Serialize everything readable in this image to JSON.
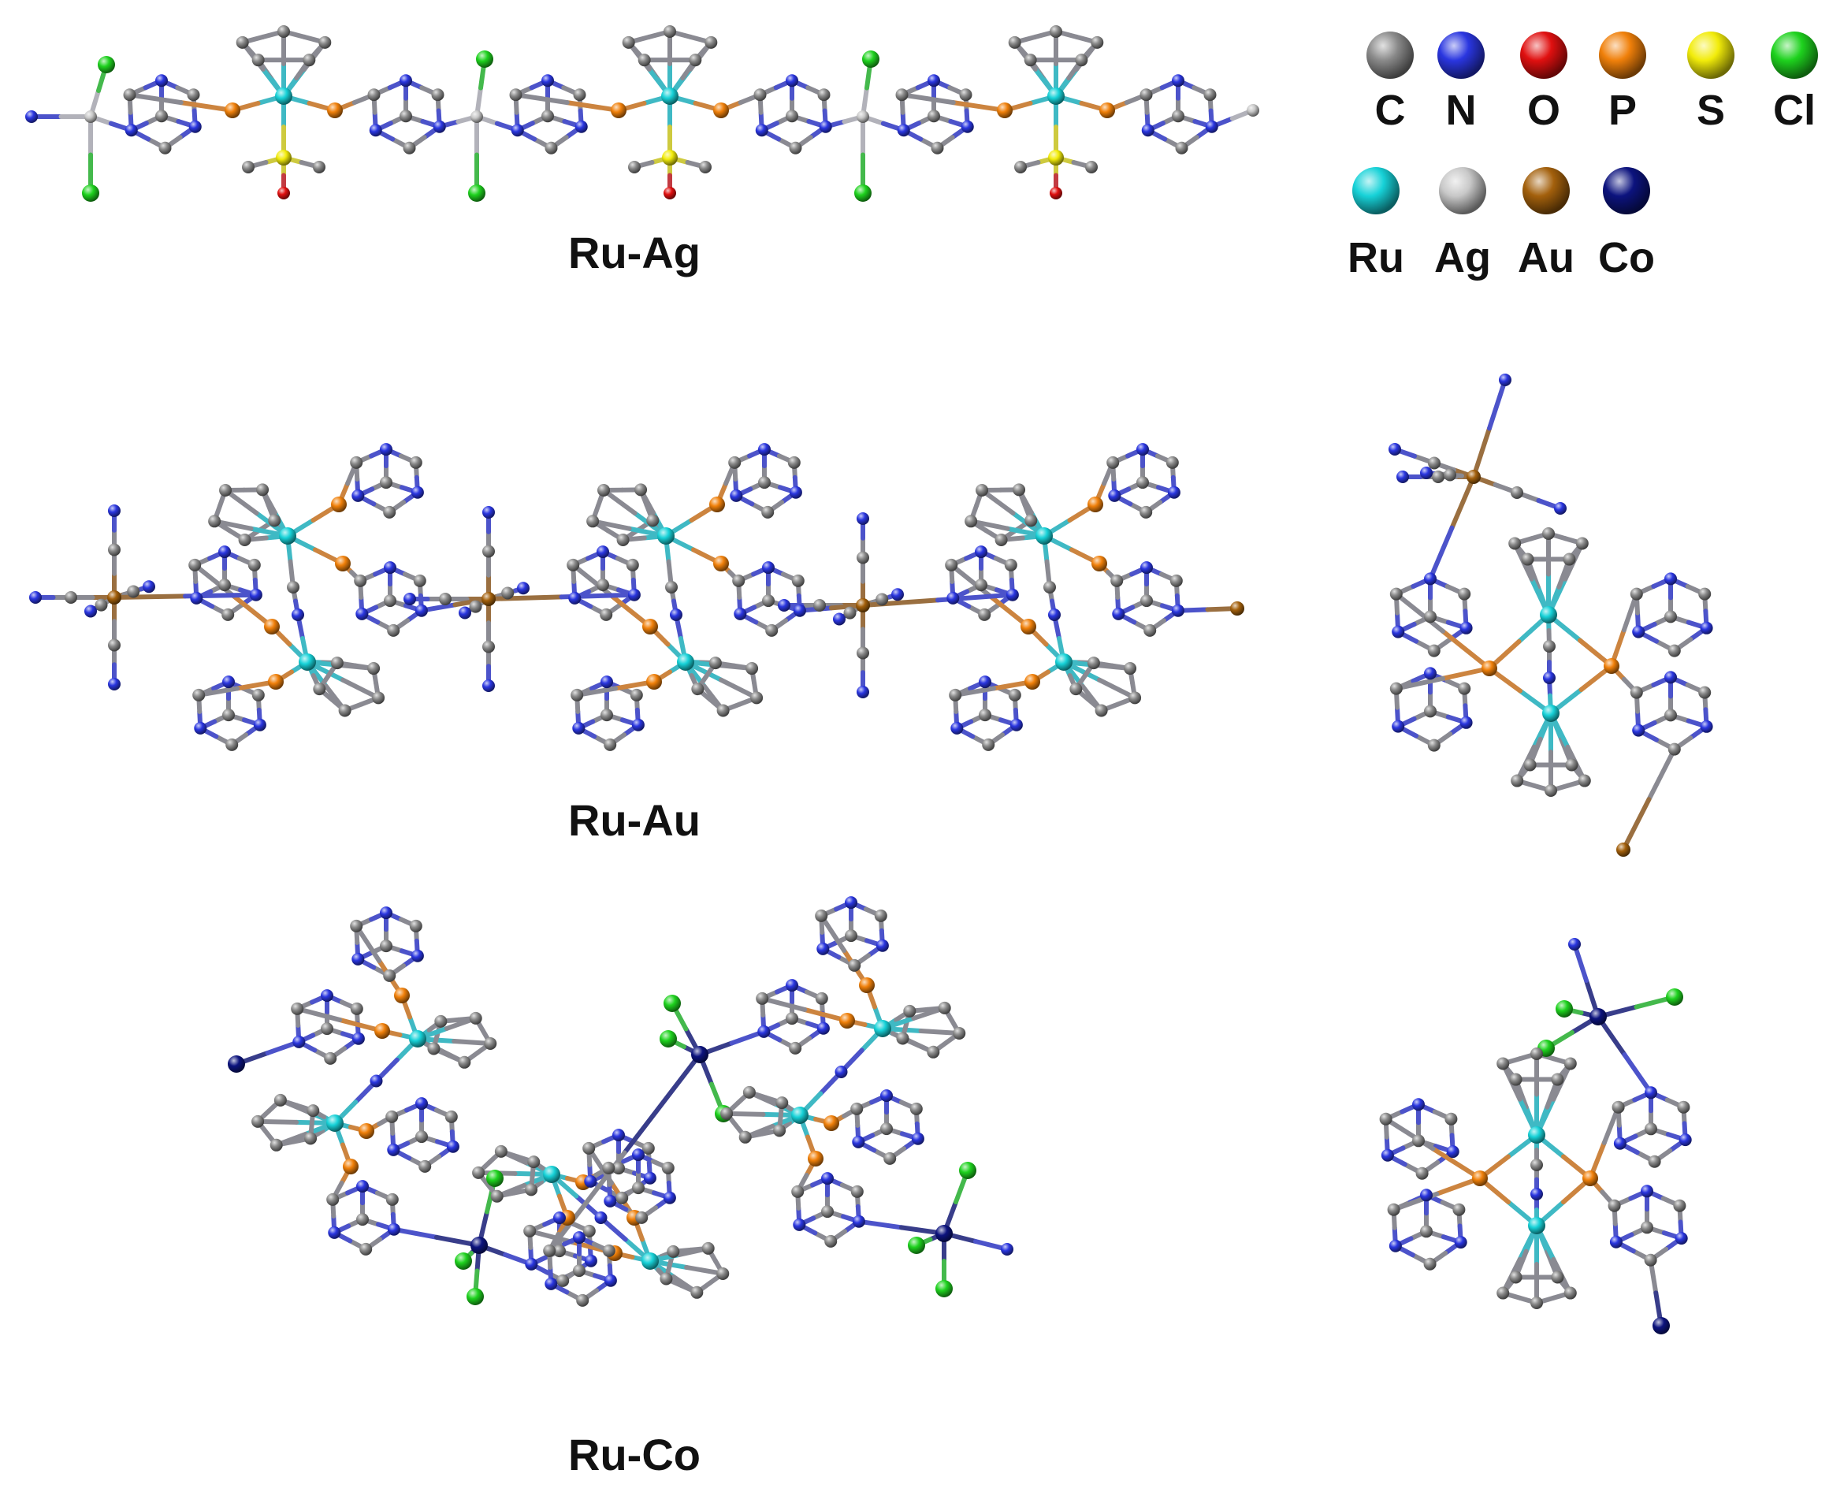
{
  "legend": {
    "items": [
      {
        "symbol": "C",
        "color": "#8a8a8a"
      },
      {
        "symbol": "N",
        "color": "#2a36e0"
      },
      {
        "symbol": "O",
        "color": "#e01010"
      },
      {
        "symbol": "P",
        "color": "#f0800a"
      },
      {
        "symbol": "S",
        "color": "#f2ec0a"
      },
      {
        "symbol": "Cl",
        "color": "#1ed21e"
      },
      {
        "symbol": "Ru",
        "color": "#17d2d8"
      },
      {
        "symbol": "Ag",
        "color": "#c8c8c8"
      },
      {
        "symbol": "Au",
        "color": "#a3600c"
      },
      {
        "symbol": "Co",
        "color": "#0c137e"
      }
    ]
  },
  "structures": {
    "ru_ag": {
      "label": "Ru-Ag"
    },
    "ru_au": {
      "label": "Ru-Au"
    },
    "ru_co": {
      "label": "Ru-Co"
    }
  },
  "colors": {
    "background": "#ffffff",
    "bond_default": "#9aa0b8",
    "bond_metal": "#3a3ad8"
  }
}
